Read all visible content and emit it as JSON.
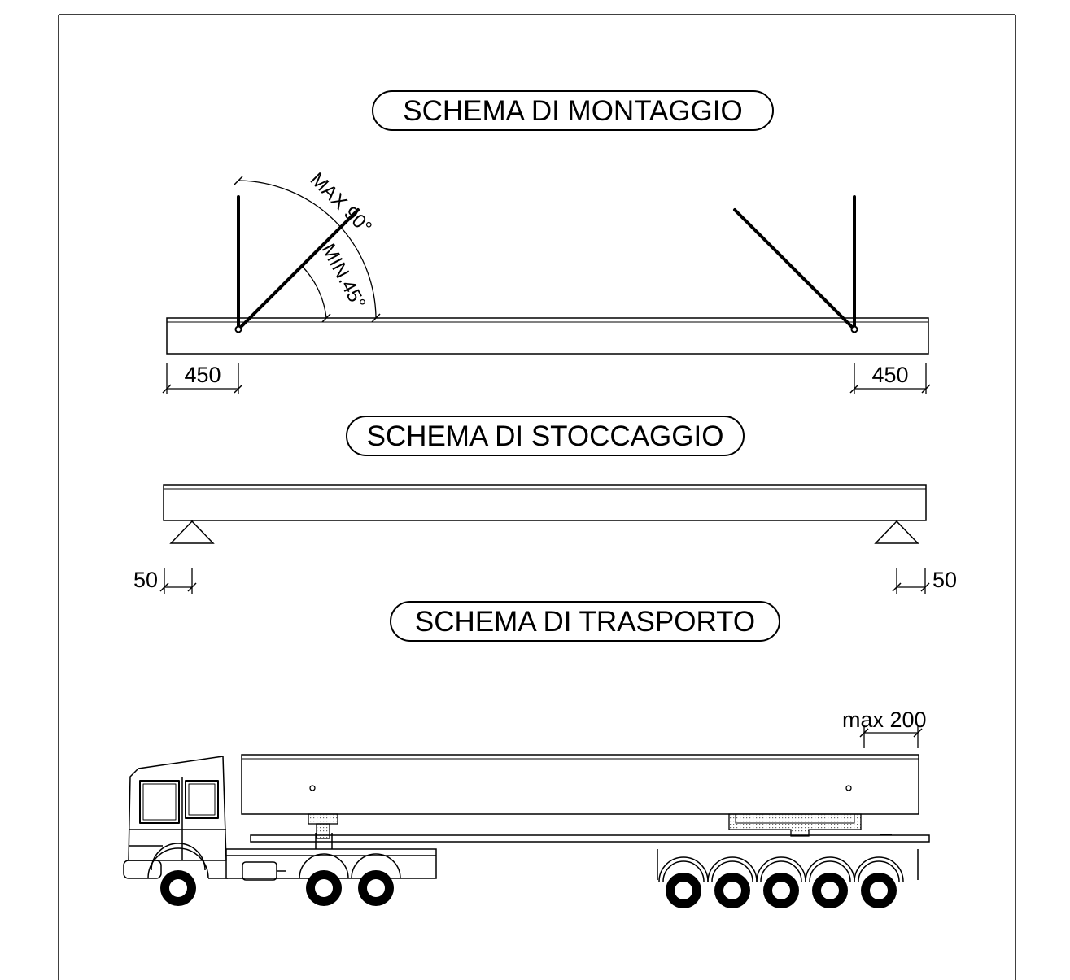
{
  "sections": {
    "montaggio": {
      "title": "SCHEMA DI MONTAGGIO",
      "angle_max_label": "MAX 90°",
      "angle_min_label": "MIN.45°",
      "dim_left": "450",
      "dim_right": "450"
    },
    "stoccaggio": {
      "title": "SCHEMA DI STOCCAGGIO",
      "dim_left": "50",
      "dim_right": "50"
    },
    "trasporto": {
      "title": "SCHEMA DI TRASPORTO",
      "overhang_label": "max 200"
    }
  },
  "colors": {
    "line": "#000000",
    "background": "#ffffff",
    "hatch": "#555555"
  }
}
